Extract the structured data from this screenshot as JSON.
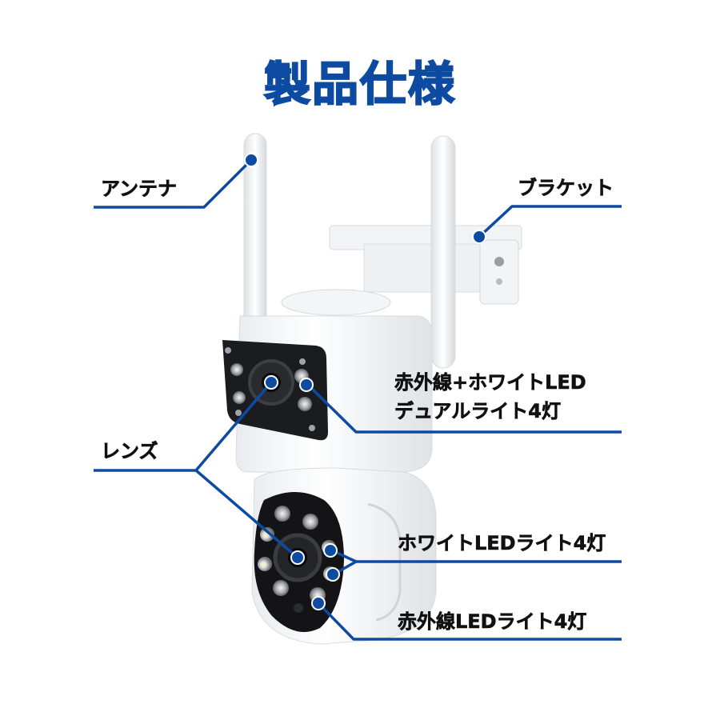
{
  "title": "製品仕様",
  "colors": {
    "accent": "#0d4aa1",
    "text": "#111111",
    "background": "#ffffff"
  },
  "product": "dual-lens PTZ security camera with two antennas and wall bracket",
  "callouts": [
    {
      "id": "antenna",
      "label": "アンテナ"
    },
    {
      "id": "bracket",
      "label": "ブラケット"
    },
    {
      "id": "dual-light",
      "line1": "赤外線+ホワイトLED",
      "line2": "デュアルライト4灯"
    },
    {
      "id": "lens",
      "label": "レンズ"
    },
    {
      "id": "white-led",
      "label": "ホワイトLEDライト4灯"
    },
    {
      "id": "ir-led",
      "label": "赤外線LEDライト4灯"
    }
  ]
}
